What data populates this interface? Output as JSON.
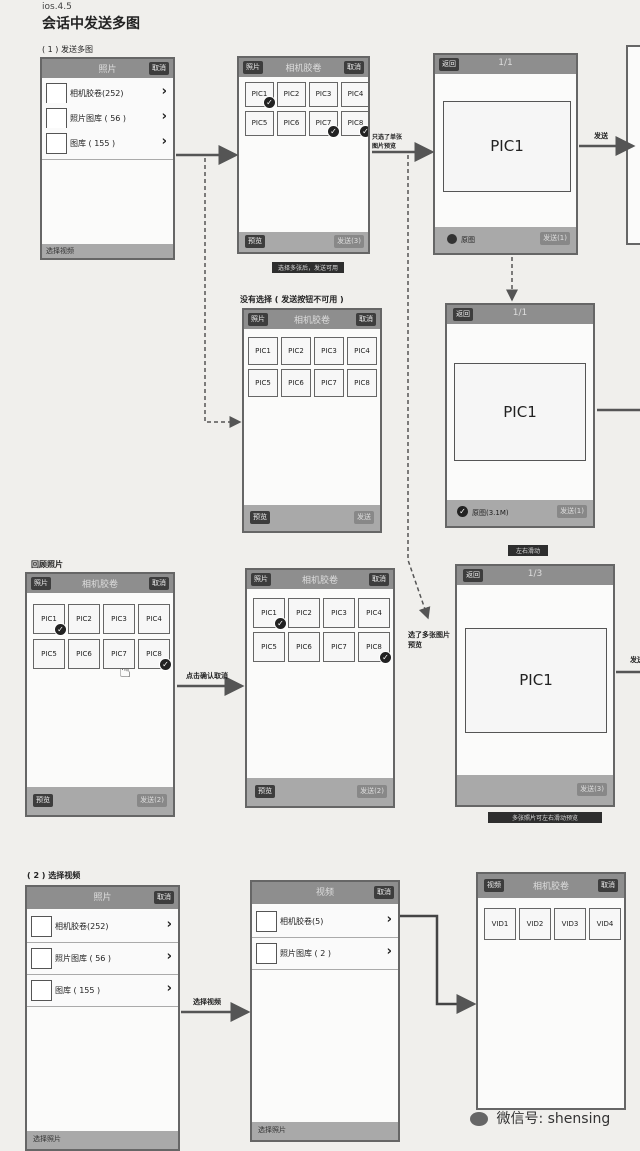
{
  "header": {
    "version": "ios.4.5",
    "title": "会话中发送多图"
  },
  "section1": {
    "label": "( 1 ) 发送多图",
    "albums_screen": {
      "title": "照片",
      "right_button": "取消",
      "rows": [
        {
          "label": "相机胶卷(252)"
        },
        {
          "label": "照片图库 ( 56 )"
        },
        {
          "label": "图库 ( 155 )"
        }
      ],
      "bottom": "选择视频"
    },
    "grid_screen_selected": {
      "title": "相机胶卷",
      "left_button": "照片",
      "right_button": "取消",
      "cells": [
        "PIC1",
        "PIC2",
        "PIC3",
        "PIC4",
        "PIC5",
        "PIC6",
        "PIC7",
        "PIC8"
      ],
      "checked": [
        0,
        6,
        7
      ],
      "bottom_left": "预览",
      "bottom_right": "发送(3)",
      "note": "选择多张后，发送可用"
    },
    "grid_screen_none": {
      "caption": "没有选择 ( 发送按钮不可用 )",
      "title": "相机胶卷",
      "left_button": "照片",
      "right_button": "取消",
      "cells": [
        "PIC1",
        "PIC2",
        "PIC3",
        "PIC4",
        "PIC5",
        "PIC6",
        "PIC7",
        "PIC8"
      ],
      "bottom_left": "预览",
      "bottom_right": "发送"
    },
    "single_preview": {
      "title": "1/1",
      "left_button": "返回",
      "picture": "PIC1",
      "option": "原图",
      "send": "发送(1)"
    },
    "single_preview_original": {
      "title": "1/1",
      "left_button": "返回",
      "picture": "PIC1",
      "option": "原图(3.1M)",
      "send": "发送(1)"
    },
    "arrow_labels": {
      "single": "只选了单张图片预览",
      "send": "发送"
    }
  },
  "section_reselect": {
    "label": "回顾照片",
    "grid_a": {
      "title": "相机胶卷",
      "left_button": "照片",
      "right_button": "取消",
      "cells": [
        "PIC1",
        "PIC2",
        "PIC3",
        "PIC4",
        "PIC5",
        "PIC6",
        "PIC7",
        "PIC8"
      ],
      "checked": [
        0,
        7
      ],
      "bottom_left": "预览",
      "bottom_right": "发送(2)"
    },
    "grid_b": {
      "title": "相机胶卷",
      "left_button": "照片",
      "right_button": "取消",
      "cells": [
        "PIC1",
        "PIC2",
        "PIC3",
        "PIC4",
        "PIC5",
        "PIC6",
        "PIC7",
        "PIC8"
      ],
      "checked": [
        0,
        7
      ],
      "bottom_left": "预览",
      "bottom_right": "发送(2)"
    },
    "multi_preview": {
      "title": "1/3",
      "left_button": "返回",
      "picture": "PIC1",
      "send": "发送(3)",
      "top_note": "左右滑动",
      "bottom_note": "多张照片可左右滑动预览"
    },
    "arrow_labels": {
      "tap": "点击确认取消",
      "multi": "选了多张图片预览",
      "send": "发送"
    }
  },
  "section2": {
    "label": "( 2 ) 选择视频",
    "albums_screen": {
      "title": "照片",
      "right_button": "取消",
      "rows": [
        {
          "label": "相机胶卷(252)"
        },
        {
          "label": "照片图库 ( 56 )"
        },
        {
          "label": "图库 ( 155 )"
        }
      ],
      "bottom": "选择照片"
    },
    "video_albums": {
      "title": "视频",
      "right_button": "取消",
      "rows": [
        {
          "label": "相机胶卷(5)"
        },
        {
          "label": "照片图库 ( 2 )"
        }
      ],
      "bottom": "选择照片"
    },
    "video_grid": {
      "title": "相机胶卷",
      "left_button": "视频",
      "right_button": "取消",
      "cells": [
        "VID1",
        "VID2",
        "VID3",
        "VID4"
      ]
    },
    "arrow_labels": {
      "select_video": "选择视频"
    }
  },
  "watermark": "微信号: shensing",
  "colors": {
    "bar": "#8e8e8e",
    "button": "#3d3d3d",
    "paper": "#f0efec",
    "line": "#555555"
  }
}
